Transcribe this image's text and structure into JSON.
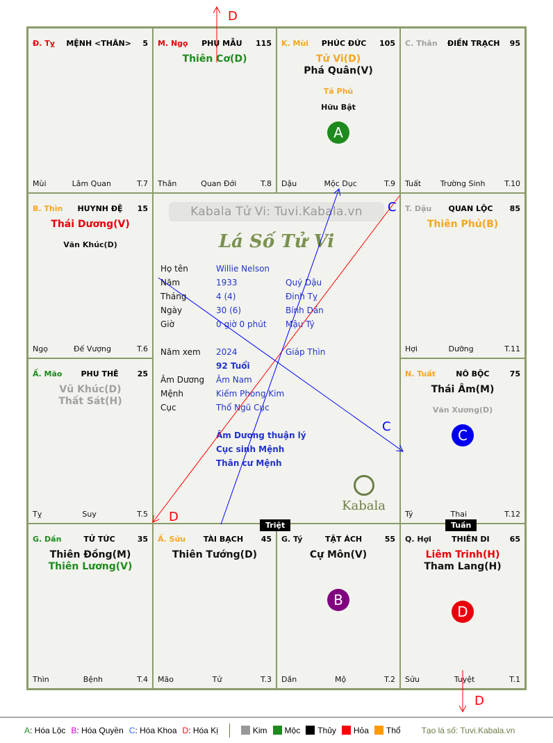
{
  "colors": {
    "red": "#e8000b",
    "orange": "#f5a623",
    "green": "#1e8a1e",
    "gray": "#a0a0a0",
    "black": "#111111",
    "blue": "#0000ee",
    "purple": "#800080"
  },
  "cells": [
    {
      "pos": [
        1,
        1
      ],
      "can": "Đ. Tỵ",
      "canColor": "red",
      "name": "MỆNH <THÂN>",
      "num": "5",
      "main": [],
      "sec": [],
      "badge": null,
      "f": [
        "Mùi",
        "Lâm Quan",
        "T.7"
      ]
    },
    {
      "pos": [
        1,
        2
      ],
      "can": "M. Ngọ",
      "canColor": "red",
      "name": "PHỤ MẪU",
      "num": "115",
      "main": [
        {
          "t": "Thiên Cơ(D)",
          "c": "green"
        }
      ],
      "sec": [],
      "badge": null,
      "f": [
        "Thân",
        "Quan Đới",
        "T.8"
      ]
    },
    {
      "pos": [
        1,
        3
      ],
      "can": "K. Mùi",
      "canColor": "orange",
      "name": "PHÚC ĐỨC",
      "num": "105",
      "main": [
        {
          "t": "Tử Vi(D)",
          "c": "orange"
        },
        {
          "t": "Phá Quân(V)",
          "c": "black"
        }
      ],
      "sec": [
        {
          "t": "Tả Phù",
          "c": "orange"
        },
        {
          "t": "Hữu Bật",
          "c": "black"
        }
      ],
      "badge": {
        "t": "A",
        "c": "green"
      },
      "f": [
        "Dậu",
        "Mộc Dục",
        "T.9"
      ]
    },
    {
      "pos": [
        1,
        4
      ],
      "can": "C. Thân",
      "canColor": "gray",
      "name": "ĐIỀN TRẠCH",
      "num": "95",
      "main": [],
      "sec": [],
      "badge": null,
      "f": [
        "Tuất",
        "Trường Sinh",
        "T.10"
      ]
    },
    {
      "pos": [
        2,
        1
      ],
      "can": "B. Thìn",
      "canColor": "orange",
      "name": "HUYNH ĐỆ",
      "num": "15",
      "main": [
        {
          "t": "Thái Dương(V)",
          "c": "red"
        }
      ],
      "sec": [
        {
          "t": "Văn Khúc(D)",
          "c": "black"
        }
      ],
      "badge": null,
      "f": [
        "Ngọ",
        "Đế Vượng",
        "T.6"
      ]
    },
    {
      "pos": [
        2,
        4
      ],
      "can": "T. Dậu",
      "canColor": "gray",
      "name": "QUAN LỘC",
      "num": "85",
      "main": [
        {
          "t": "Thiên Phủ(B)",
          "c": "orange"
        }
      ],
      "sec": [],
      "badge": null,
      "f": [
        "Hợi",
        "Dưỡng",
        "T.11"
      ]
    },
    {
      "pos": [
        3,
        1
      ],
      "can": "Ấ. Mão",
      "canColor": "green",
      "name": "PHU THÊ",
      "num": "25",
      "main": [
        {
          "t": "Vũ Khúc(D)",
          "c": "gray"
        },
        {
          "t": "Thất Sát(H)",
          "c": "gray"
        }
      ],
      "sec": [],
      "badge": null,
      "f": [
        "Tỵ",
        "Suy",
        "T.5"
      ]
    },
    {
      "pos": [
        3,
        4
      ],
      "can": "N. Tuất",
      "canColor": "orange",
      "name": "NÔ BỘC",
      "num": "75",
      "main": [
        {
          "t": "Thái Âm(M)",
          "c": "black"
        }
      ],
      "sec": [
        {
          "t": "Văn Xương(D)",
          "c": "gray"
        }
      ],
      "badge": {
        "t": "C",
        "c": "blue"
      },
      "f": [
        "Tý",
        "Thai",
        "T.12"
      ]
    },
    {
      "pos": [
        4,
        1
      ],
      "can": "G. Dần",
      "canColor": "green",
      "name": "TỬ TỨC",
      "num": "35",
      "main": [
        {
          "t": "Thiên Đồng(M)",
          "c": "black"
        },
        {
          "t": "Thiên Lương(V)",
          "c": "green"
        }
      ],
      "sec": [],
      "badge": null,
      "f": [
        "Thìn",
        "Bệnh",
        "T.4"
      ]
    },
    {
      "pos": [
        4,
        2
      ],
      "can": "Ấ. Sửu",
      "canColor": "orange",
      "name": "TÀI BẠCH",
      "num": "45",
      "main": [
        {
          "t": "Thiên Tướng(D)",
          "c": "black"
        }
      ],
      "sec": [],
      "badge": null,
      "f": [
        "Mão",
        "Tử",
        "T.3"
      ]
    },
    {
      "pos": [
        4,
        3
      ],
      "can": "G. Tý",
      "canColor": "black",
      "name": "TẬT ÁCH",
      "num": "55",
      "main": [
        {
          "t": "Cự Môn(V)",
          "c": "black"
        }
      ],
      "sec": [],
      "badge": {
        "t": "B",
        "c": "purple"
      },
      "f": [
        "Dần",
        "Mộ",
        "T.2"
      ]
    },
    {
      "pos": [
        4,
        4
      ],
      "can": "Q. Hợi",
      "canColor": "black",
      "name": "THIÊN DI",
      "num": "65",
      "main": [
        {
          "t": "Liêm Trinh(H)",
          "c": "red"
        },
        {
          "t": "Tham Lang(H)",
          "c": "black"
        }
      ],
      "sec": [],
      "badge": {
        "t": "D",
        "c": "red"
      },
      "f": [
        "Sửu",
        "Tuyệt",
        "T.1"
      ]
    }
  ],
  "center": {
    "watermark": "Kabala Tử Vi: Tuvi.Kabala.vn",
    "title": "Lá Số Tử Vi",
    "rows": [
      {
        "l": "Họ tên",
        "v": "Willie Nelson",
        "e": ""
      },
      {
        "l": "Năm",
        "v": "1933",
        "e": "Quý Dậu"
      },
      {
        "l": "Tháng",
        "v": "4  (4)",
        "e": "Đinh Tỵ"
      },
      {
        "l": "Ngày",
        "v": "30  (6)",
        "e": "Bính Dần"
      },
      {
        "l": "Giờ",
        "v": "0 giờ 0 phút",
        "e": "Mậu Tý"
      },
      {
        "l": "",
        "v": "",
        "e": ""
      },
      {
        "l": "Năm xem",
        "v": "2024",
        "e": "Giáp Thìn"
      },
      {
        "l": "",
        "v": "92 Tuổi",
        "e": "",
        "b": true
      },
      {
        "l": "Âm Dương",
        "v": "Âm Nam",
        "e": ""
      },
      {
        "l": "Mệnh",
        "v": "Kiếm Phong Kim",
        "e": ""
      },
      {
        "l": "Cục",
        "v": "Thổ Ngũ Cục",
        "e": ""
      },
      {
        "l": "",
        "v": "",
        "e": ""
      },
      {
        "l": "",
        "v": "Âm Dương thuận lý",
        "e": "",
        "b": true
      },
      {
        "l": "",
        "v": "Cục sinh Mệnh",
        "e": "",
        "b": true
      },
      {
        "l": "",
        "v": "Thân cư Mệnh",
        "e": "",
        "b": true
      }
    ],
    "logo": "Kabala"
  },
  "tags": {
    "triet": "Triệt",
    "tuan": "Tuần"
  },
  "arrows": {
    "d": "D",
    "c": "C"
  },
  "legend": {
    "hoa": [
      {
        "k": "A",
        "t": ": Hóa Lộc",
        "c": "green"
      },
      {
        "k": "B",
        "t": ": Hóa Quyền",
        "c": "#cc00cc"
      },
      {
        "k": "C",
        "t": ": Hóa Khoa",
        "c": "#3366ff"
      },
      {
        "k": "D",
        "t": ": Hóa Kị",
        "c": "red"
      }
    ],
    "elements": [
      {
        "t": "Kim",
        "c": "#999999"
      },
      {
        "t": "Mộc",
        "c": "#1e8a1e"
      },
      {
        "t": "Thủy",
        "c": "#000000"
      },
      {
        "t": "Hỏa",
        "c": "#ff0000"
      },
      {
        "t": "Thổ",
        "c": "#ff9900"
      }
    ],
    "credit": "Tạo lá số: Tuvi.Kabala.vn"
  }
}
